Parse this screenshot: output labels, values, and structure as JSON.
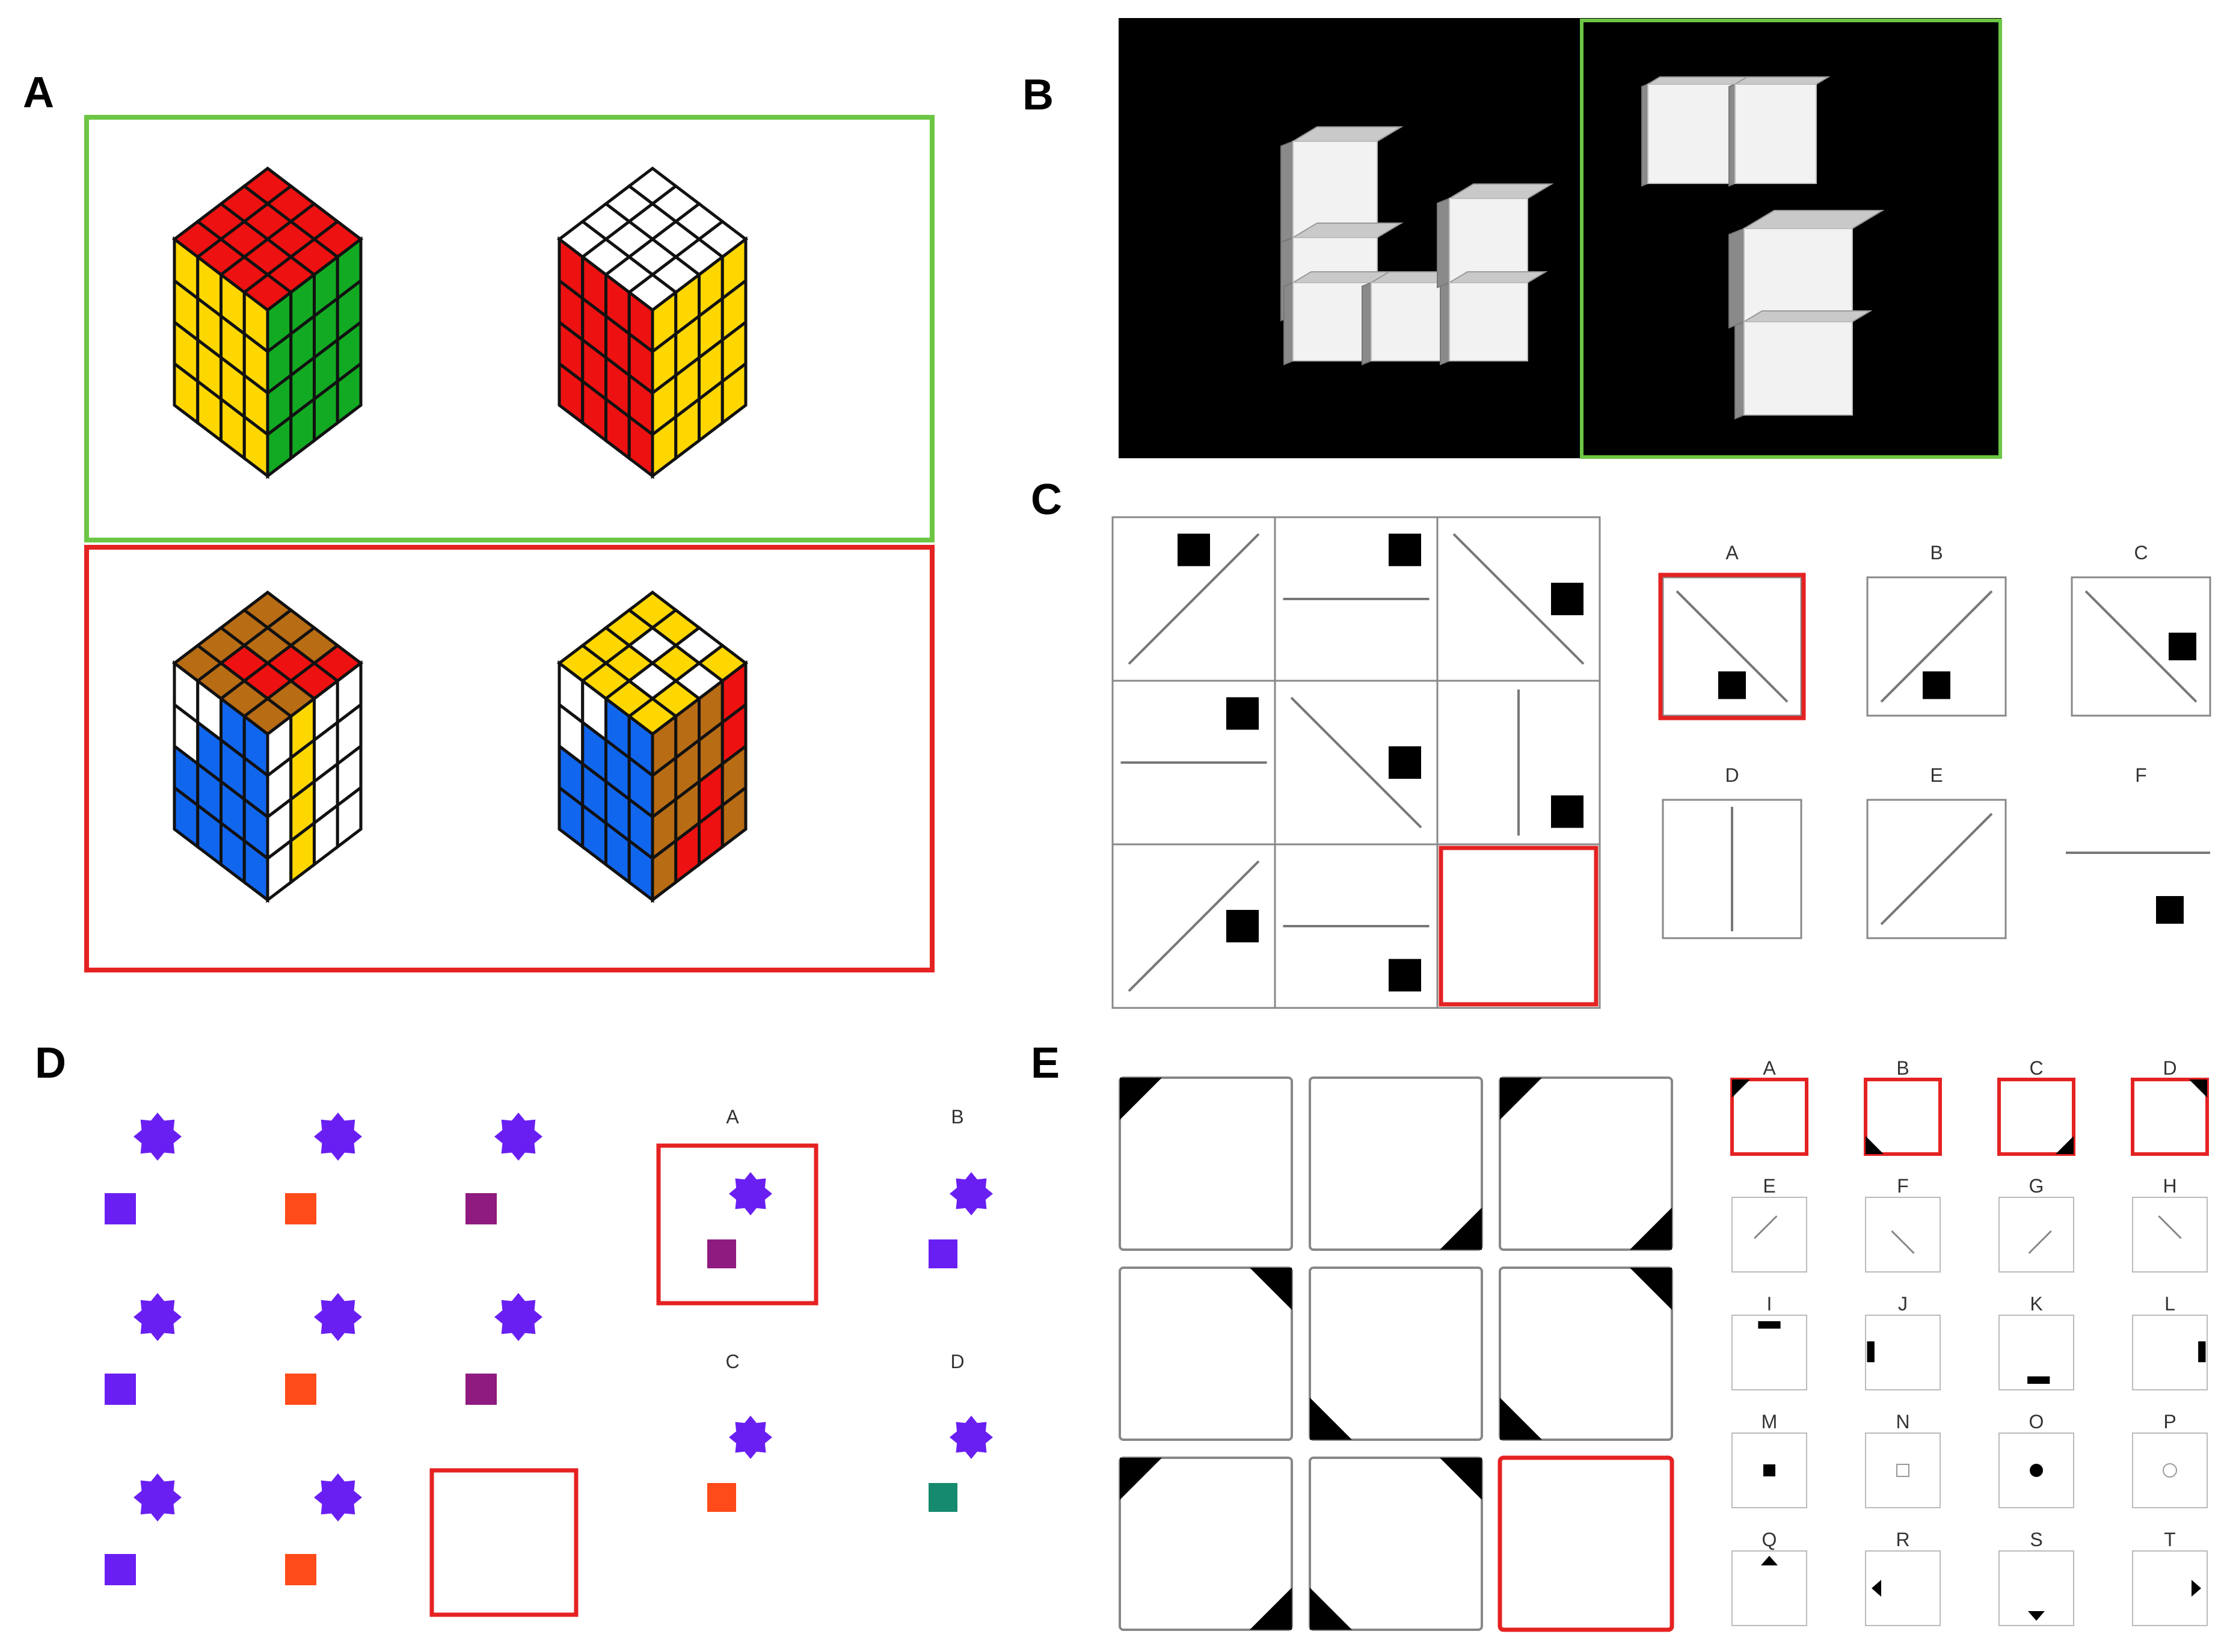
{
  "panels": {
    "a": {
      "label": "A"
    },
    "b": {
      "label": "B"
    },
    "c": {
      "label": "C"
    },
    "d": {
      "label": "D"
    },
    "e": {
      "label": "E"
    }
  },
  "panel_c": {
    "option_labels": [
      "A",
      "B",
      "C",
      "D",
      "E",
      "F"
    ],
    "selected_option": "A"
  },
  "panel_d": {
    "option_labels": [
      "A",
      "B",
      "C",
      "D"
    ],
    "selected_option": "A"
  },
  "panel_e": {
    "option_labels": [
      "A",
      "B",
      "C",
      "D",
      "E",
      "F",
      "G",
      "H",
      "I",
      "J",
      "K",
      "L",
      "M",
      "N",
      "O",
      "P",
      "Q",
      "R",
      "S",
      "T"
    ],
    "highlighted_options": [
      "A",
      "B",
      "C",
      "D"
    ]
  },
  "colors": {
    "correct_frame": "#6cc644",
    "wrong_frame": "#e52222",
    "cube_red": "#ee1111",
    "cube_yellow": "#ffd700",
    "cube_green": "#11aa22",
    "cube_white": "#ffffff",
    "cube_blue": "#1166ee",
    "cube_brown": "#b86c14",
    "star_purple": "#6a1ff2",
    "square_orange": "#ff4a1a",
    "square_magenta": "#8f1a80",
    "square_teal": "#158a6e"
  }
}
